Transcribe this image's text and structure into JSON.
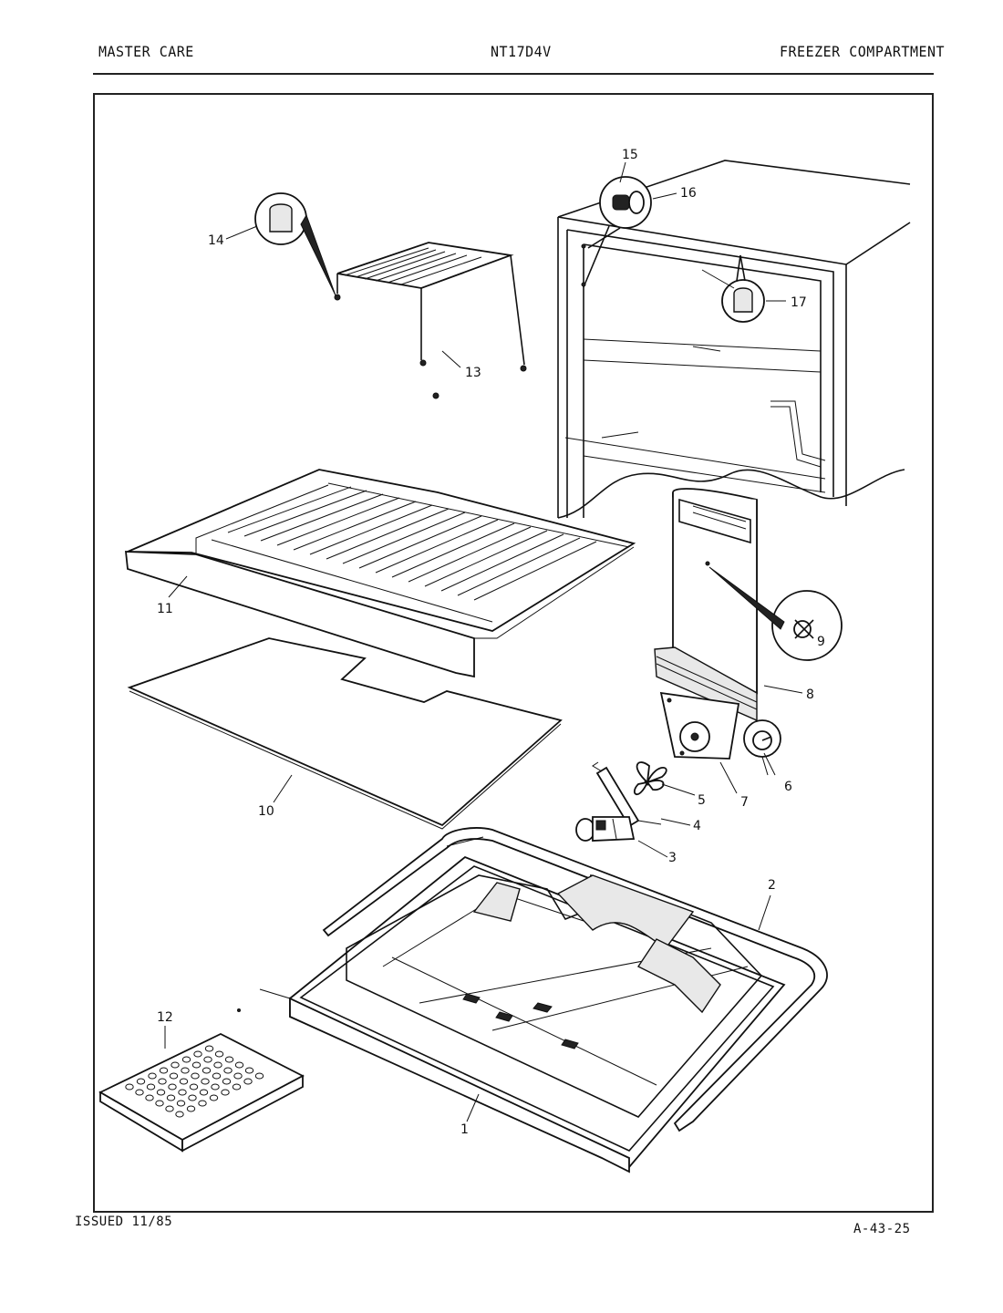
{
  "header": {
    "left": "MASTER CARE",
    "center": "NT17D4V",
    "right": "FREEZER COMPARTMENT"
  },
  "footer": {
    "left": "ISSUED 11/85",
    "right": "A-43-25"
  },
  "callouts": {
    "c1": "1",
    "c2": "2",
    "c3": "3",
    "c4": "4",
    "c5": "5",
    "c6": "6",
    "c7": "7",
    "c8": "8",
    "c9": "9",
    "c10": "10",
    "c11": "11",
    "c12": "12",
    "c13": "13",
    "c14": "14",
    "c15": "15",
    "c16": "16",
    "c17": "17"
  }
}
